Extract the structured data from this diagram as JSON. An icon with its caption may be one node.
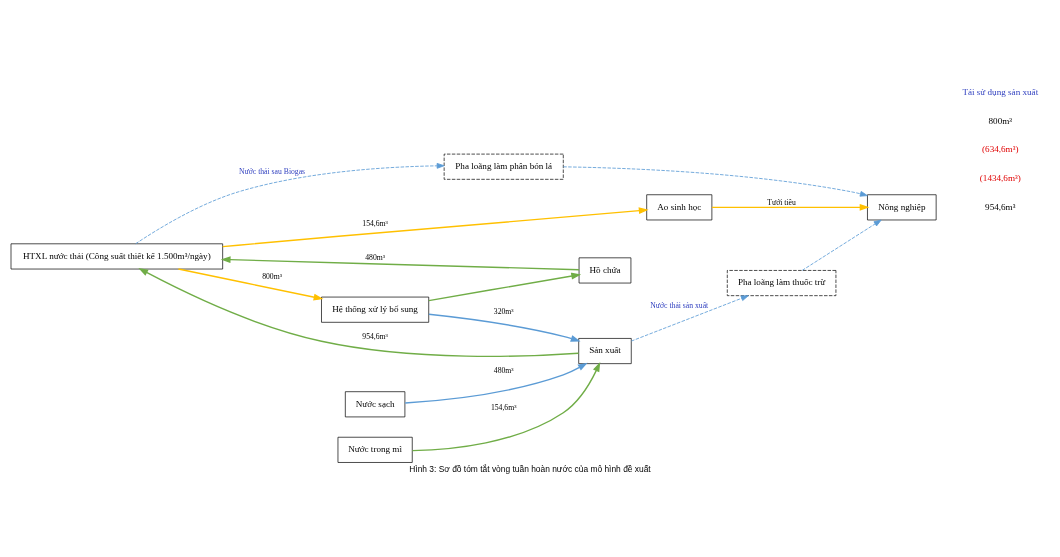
{
  "diagram": {
    "caption": "Hình 3: Sơ đồ tóm tắt vòng tuần hoàn nước của mô hình đề xuất",
    "nodes": [
      {
        "text": [
          "Pha loãng làm thuốc trừ"
        ]
      },
      {
        "text": [
          "Nông nghiệp"
        ]
      },
      {
        "text": [
          "Nước trong mì"
        ]
      },
      {
        "text": [
          "Pha loãng làm phân bón lá"
        ]
      },
      {
        "text": [
          "Ao sinh học"
        ]
      },
      {
        "text": [
          "Sản xuất"
        ]
      },
      {
        "text": [
          "HTXL nước thải (Công suất thiết kế 1.500m³/ngày)"
        ]
      },
      {
        "text": [
          "Hồ chứa"
        ]
      },
      {
        "text": [
          "Nước sạch"
        ]
      },
      {
        "text": [
          "Hệ thống xử lý bổ sung"
        ]
      }
    ],
    "edges": [
      {
        "from": 2,
        "to": 5,
        "arrow": "to",
        "label": "154,6m³",
        "color": "#70ad47"
      },
      {
        "from": 5,
        "to": 6,
        "arrow": "to",
        "label": "954,6m³",
        "color": "#70ad47"
      },
      {
        "from": 5,
        "to": 0,
        "arrow": "to",
        "label": "Nước thải sản xuất",
        "style": "dashed",
        "color": "#5b9bd5"
      },
      {
        "from": 6,
        "to": 3,
        "arrow": "to",
        "label": "Nước thải sau Biogas",
        "style": "dashed",
        "color": "#5b9bd5"
      },
      {
        "from": 0,
        "to": 1,
        "arrow": "to",
        "style": "dashed",
        "color": "#5b9bd5"
      },
      {
        "from": 3,
        "to": 1,
        "arrow": "to",
        "style": "dashed",
        "color": "#5b9bd5"
      },
      {
        "from": 4,
        "to": 1,
        "arrow": "to",
        "label": "Tưới tiêu",
        "color": "#ffc000"
      },
      {
        "from": 6,
        "to": 4,
        "arrow": "to",
        "label": "154,6m³",
        "color": "#ffc000"
      },
      {
        "from": 6,
        "to": 9,
        "arrow": "to",
        "label": "800m³",
        "color": "#ffc000"
      },
      {
        "from": 9,
        "to": 7,
        "arrow": "to",
        "color": "#70ad47"
      },
      {
        "from": 7,
        "to": 6,
        "arrow": "to",
        "label": "480m³",
        "color": "#70ad47"
      },
      {
        "from": 8,
        "to": 5,
        "arrow": "to",
        "label": "480m³",
        "color": "#5b9bd5"
      },
      {
        "from": 9,
        "to": 5,
        "arrow": "to",
        "label": "320m³",
        "color": "#5b9bd5"
      }
    ],
    "labels": [
      "954,6m³",
      "(1434,6m³)",
      "(634,6m³)",
      "800m³",
      "Tái sử dụng sản xuất"
    ]
  }
}
